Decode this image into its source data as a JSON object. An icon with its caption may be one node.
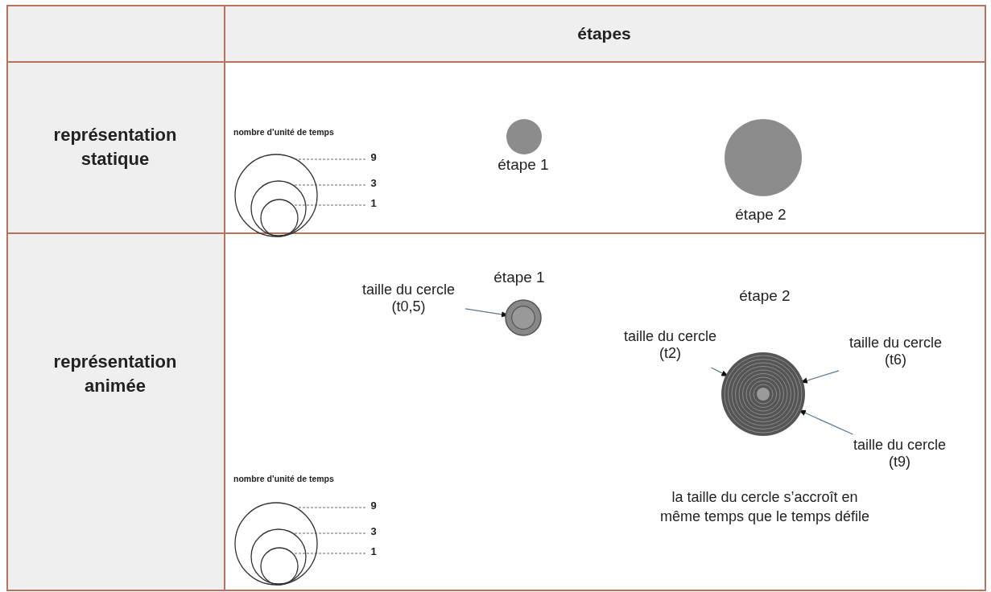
{
  "diagram": {
    "nodes": [
      {
        "text": [],
        "shape": "circle"
      },
      {
        "text": [],
        "shape": "circle",
        "in": 0
      },
      {
        "text": [],
        "shape": "circle",
        "in": 1
      },
      {
        "text": [
          "9"
        ]
      },
      {
        "text": [
          "3"
        ]
      },
      {
        "text": [
          "1"
        ]
      },
      {
        "text": [],
        "shape": "circle",
        "beside": [
          "étape 1"
        ]
      },
      {
        "text": [],
        "shape": "circle",
        "beside": [
          "étape 2"
        ]
      },
      {
        "text": [
          "taille du cercle (t0,5)"
        ]
      },
      {
        "text": [],
        "shape": "circle",
        "beside": [
          "étape 1"
        ]
      },
      {
        "text": [
          "taille du cercle (t2)"
        ]
      },
      {
        "text": [
          "taille du cercle (t6)"
        ]
      },
      {
        "text": [],
        "shape": "circle",
        "beside": [
          "étape 2"
        ]
      },
      {
        "text": [
          "taille du cercle (t9)"
        ]
      },
      {
        "text": [],
        "shape": "circle"
      },
      {
        "text": [],
        "shape": "circle",
        "in": 14
      },
      {
        "text": [],
        "shape": "circle",
        "in": 15
      },
      {
        "text": [
          "9"
        ]
      },
      {
        "text": [
          "3"
        ]
      },
      {
        "text": [
          "1"
        ]
      }
    ],
    "edges": [
      {
        "from": 3,
        "to": 0,
        "arrow": "none",
        "style": "dashed"
      },
      {
        "from": 4,
        "to": 1,
        "arrow": "none",
        "style": "dashed"
      },
      {
        "from": 5,
        "to": 2,
        "arrow": "none",
        "style": "dashed"
      },
      {
        "from": 8,
        "to": 9,
        "arrow": "to"
      },
      {
        "from": 10,
        "to": 12,
        "arrow": "to"
      },
      {
        "from": 11,
        "to": 12,
        "arrow": "to"
      },
      {
        "from": 13,
        "to": 12,
        "arrow": "to"
      },
      {
        "from": 17,
        "to": 14,
        "arrow": "none",
        "style": "dashed"
      },
      {
        "from": 18,
        "to": 15,
        "arrow": "none",
        "style": "dashed"
      },
      {
        "from": 19,
        "to": 16,
        "arrow": "none",
        "style": "dashed"
      }
    ],
    "labels": [
      "étapes",
      "représentation statique",
      "nombre d’unité de temps",
      "représentation animée",
      "la taille du cercle s’accroît en même temps que le temps défile",
      "nombre d’unité de temps"
    ]
  }
}
